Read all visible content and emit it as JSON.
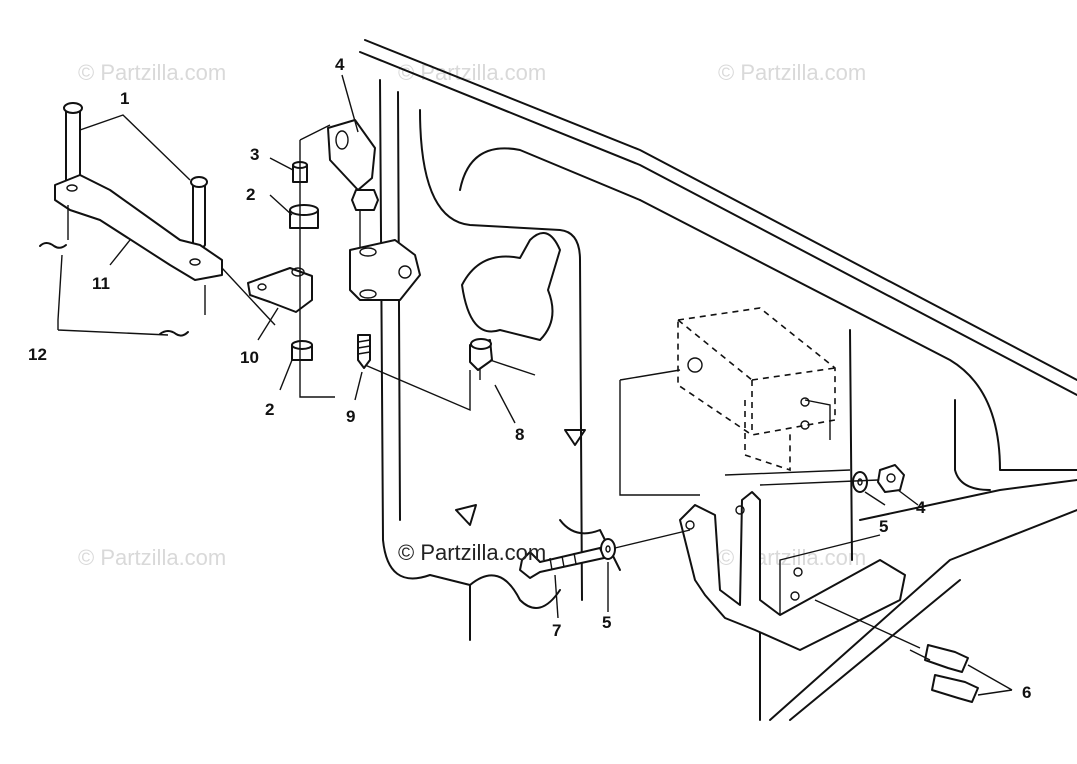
{
  "diagram": {
    "callouts": {
      "c1": "1",
      "c2a": "2",
      "c2b": "2",
      "c3": "3",
      "c4a": "4",
      "c4b": "4",
      "c5a": "5",
      "c5b": "5",
      "c6": "6",
      "c7": "7",
      "c8": "8",
      "c9": "9",
      "c10": "10",
      "c11": "11",
      "c12": "12"
    },
    "watermark": "© Partzilla.com"
  }
}
